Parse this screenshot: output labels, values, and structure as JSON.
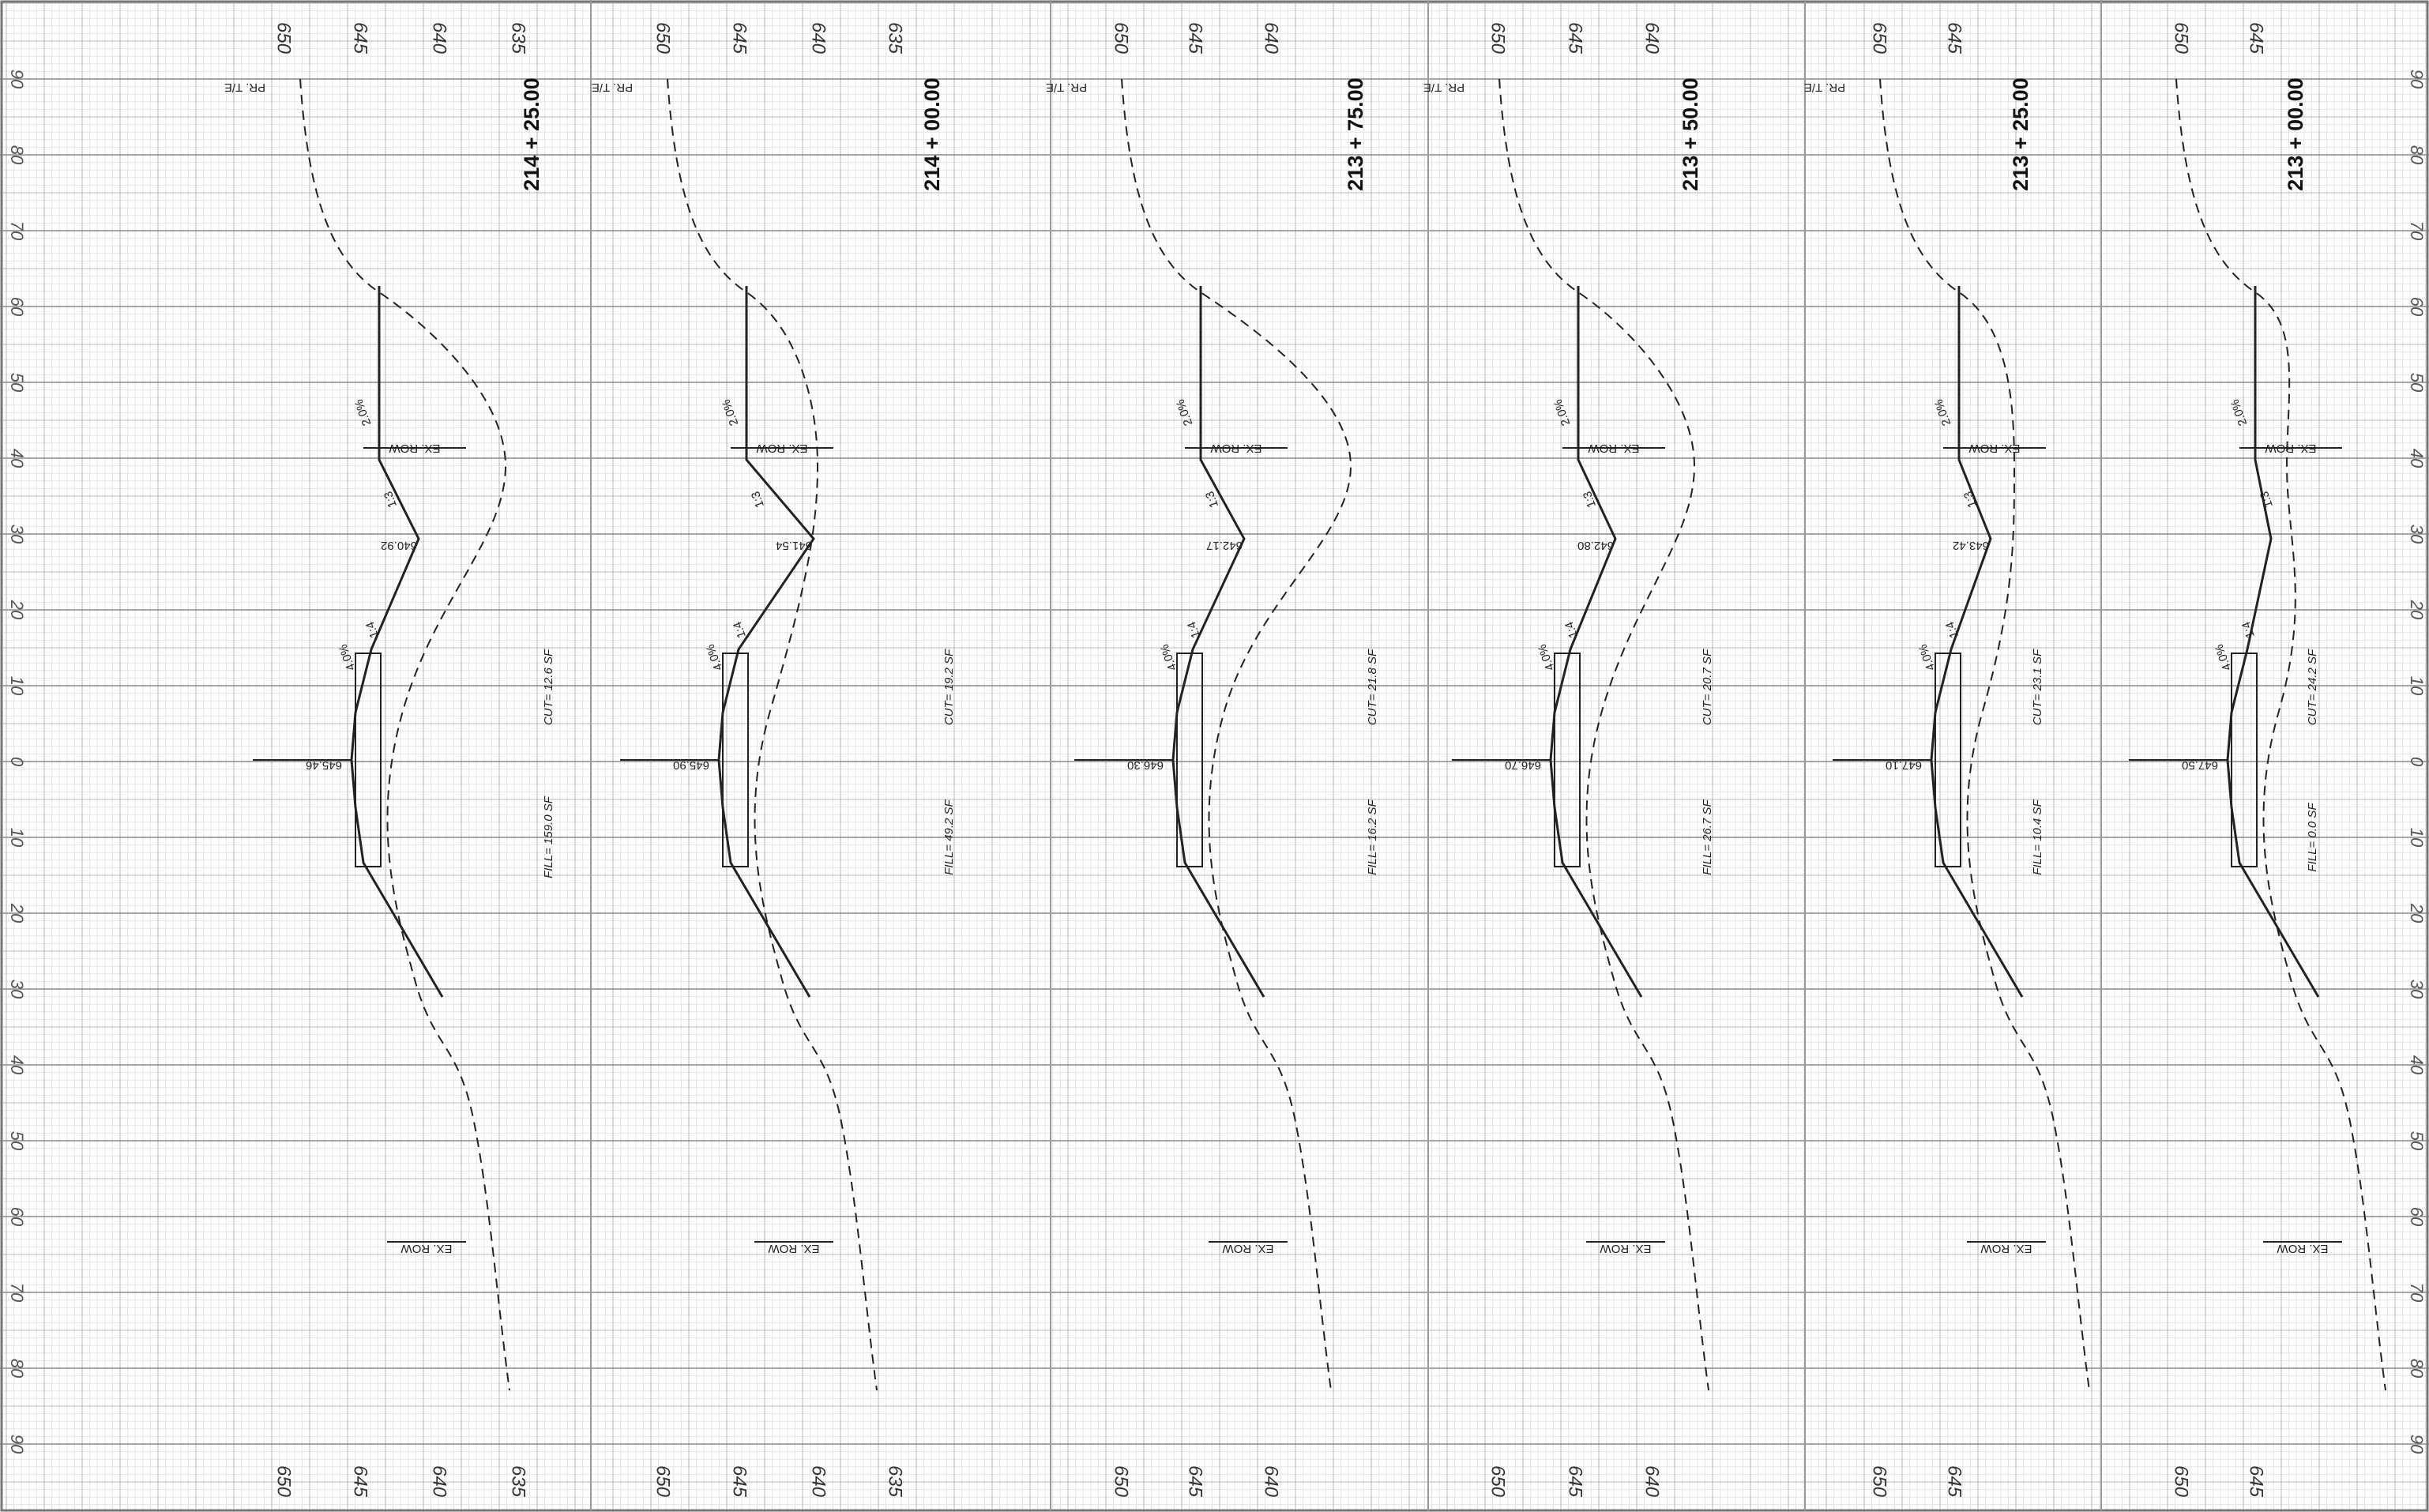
{
  "sheet": {
    "offset_labels": [
      "90",
      "80",
      "70",
      "60",
      "50",
      "40",
      "30",
      "20",
      "10",
      "0",
      "10",
      "20",
      "30",
      "40",
      "50",
      "60",
      "70",
      "80",
      "90"
    ],
    "grid_color": "#b8b8b8",
    "line_color": "#222222"
  },
  "panels": [
    {
      "station": "214 + 25.00",
      "cut": "CUT= 12.6 SF",
      "fill": "FILL= 159.0 SF",
      "cl_elev": "645.46",
      "ditch_elev": "640.92",
      "top_pr_te": "PR. T/E",
      "row_top": "EX. ROW",
      "row_bot": "EX. ROW",
      "top_elevs": [
        "650",
        "645",
        "640",
        "635"
      ],
      "bottom_elevs": [
        "650",
        "645",
        "640",
        "635"
      ]
    },
    {
      "station": "214 + 00.00",
      "cut": "CUT= 19.2 SF",
      "fill": "FILL= 49.2 SF",
      "cl_elev": "645.90",
      "ditch_elev": "641.54",
      "top_pr_te": "PR. T/E",
      "row_top": "EX. ROW",
      "row_bot": "EX. ROW",
      "top_elevs": [
        "650",
        "645",
        "640",
        "635"
      ],
      "bottom_elevs": [
        "650",
        "645",
        "640",
        "635"
      ]
    },
    {
      "station": "213 + 75.00",
      "cut": "CUT= 21.8 SF",
      "fill": "FILL= 16.2 SF",
      "cl_elev": "646.30",
      "ditch_elev": "642.17",
      "top_pr_te": "PR. T/E",
      "row_top": "EX. ROW",
      "row_bot": "EX. ROW",
      "top_elevs": [
        "650",
        "645",
        "640"
      ],
      "bottom_elevs": [
        "650",
        "645",
        "640"
      ]
    },
    {
      "station": "213 + 50.00",
      "cut": "CUT= 20.7 SF",
      "fill": "FILL= 26.7 SF",
      "cl_elev": "646.70",
      "ditch_elev": "642.80",
      "top_pr_te": "PR. T/E",
      "row_top": "EX. ROW",
      "row_bot": "EX. ROW",
      "top_elevs": [
        "650",
        "645",
        "640"
      ],
      "bottom_elevs": [
        "650",
        "645",
        "640"
      ]
    },
    {
      "station": "213 + 25.00",
      "cut": "CUT= 23.1 SF",
      "fill": "FILL= 10.4 SF",
      "cl_elev": "647.10",
      "ditch_elev": "643.42",
      "top_pr_te": "PR. T/E",
      "row_top": "EX. ROW",
      "row_bot": "EX. ROW",
      "top_elevs": [
        "650",
        "645"
      ],
      "bottom_elevs": [
        "650",
        "645"
      ]
    },
    {
      "station": "213 + 00.00",
      "cut": "CUT= 24.2 SF",
      "fill": "FILL= 0.0 SF",
      "cl_elev": "647.50",
      "ditch_elev": "",
      "top_pr_te": "",
      "row_top": "EX. ROW",
      "row_bot": "EX. ROW",
      "top_elevs": [
        "650",
        "645"
      ],
      "bottom_elevs": [
        "650",
        "645"
      ]
    }
  ],
  "annotations": {
    "slopes": [
      "2.0%",
      "4.0%",
      "1:4",
      "1:3"
    ]
  }
}
